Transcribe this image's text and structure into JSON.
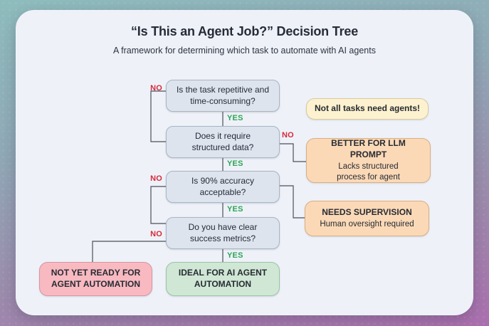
{
  "header": {
    "title": "“Is This an Agent Job?” Decision Tree",
    "subtitle": "A framework for determining which task to automate with AI agents"
  },
  "flow": {
    "questions": [
      {
        "id": "q1",
        "text": "Is the task repetitive and\ntime-consuming?"
      },
      {
        "id": "q2",
        "text": "Does it require\nstructured data?"
      },
      {
        "id": "q3",
        "text": "Is 90% accuracy\nacceptable?"
      },
      {
        "id": "q4",
        "text": "Do you have clear\nsuccess metrics?"
      }
    ],
    "outcomes": {
      "note": {
        "text": "Not all tasks need agents!"
      },
      "better_llm": {
        "title": "BETTER FOR LLM PROMPT",
        "body": "Lacks structured\nprocess for agent"
      },
      "supervision": {
        "title": "NEEDS SUPERVISION",
        "body": "Human oversight required"
      },
      "not_ready": {
        "title": "NOT YET READY FOR\nAGENT AUTOMATION"
      },
      "ideal": {
        "title": "IDEAL FOR AI AGENT\nAUTOMATION"
      }
    },
    "edges": [
      {
        "from": "q1",
        "to": "q2",
        "label": "NO"
      },
      {
        "from": "q1",
        "to": "q2",
        "label": "YES"
      },
      {
        "from": "q2",
        "to": "better_llm",
        "label": "NO"
      },
      {
        "from": "q2",
        "to": "q3",
        "label": "YES"
      },
      {
        "from": "q3",
        "to": "q4",
        "label": "NO"
      },
      {
        "from": "q3",
        "to": "supervision",
        "label": ""
      },
      {
        "from": "q3",
        "to": "q4",
        "label": "YES"
      },
      {
        "from": "q4",
        "to": "not_ready",
        "label": "NO"
      },
      {
        "from": "q4",
        "to": "ideal",
        "label": "YES"
      }
    ]
  },
  "palette": {
    "background_top": "#8ebcbd",
    "background_bottom": "#aa6fae",
    "card": "#eef2f8",
    "question_fill": "#dde4ee",
    "question_border": "#a9b5c5",
    "yes_green": "#2fa357",
    "no_red": "#d6293a",
    "note_fill": "#fdf2cf",
    "peach_fill": "#fbd9b7",
    "pink_fill": "#f8b9c1",
    "green_fill": "#cfe7d4",
    "wire": "#4c5058",
    "text_dark": "#262c38"
  }
}
